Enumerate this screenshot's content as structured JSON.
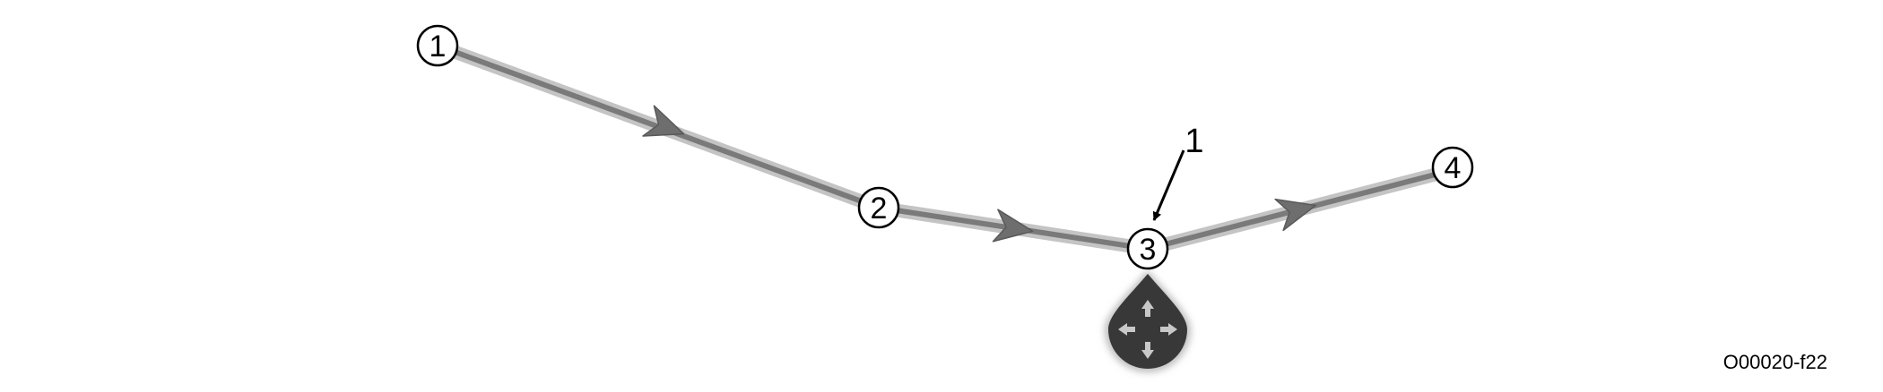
{
  "route": {
    "waypoints": [
      {
        "label": "1"
      },
      {
        "label": "2"
      },
      {
        "label": "3"
      },
      {
        "label": "4"
      }
    ],
    "colors": {
      "line_outer": "#c4c4c4",
      "line_inner": "#7a7a7a",
      "arrow": "#6e6e6e",
      "circle_fill": "#ffffff",
      "circle_stroke": "#000000"
    }
  },
  "callout": {
    "label": "1"
  },
  "move_handle": {
    "icon": "four-way-arrows-icon",
    "fill": "#383838",
    "glow": "#bdbdbd",
    "arrow_color": "#c8c8c8"
  },
  "figure_id": "O00020-f22"
}
